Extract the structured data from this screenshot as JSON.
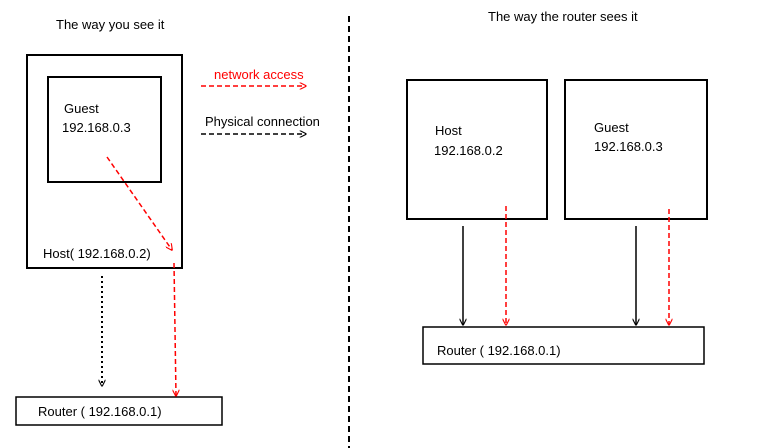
{
  "left_panel": {
    "caption": "The way you see it",
    "guest_name": "Guest",
    "guest_ip": "192.168.0.3",
    "host_label": "Host( 192.168.0.2)",
    "router_label": "Router ( 192.168.0.1)"
  },
  "legend": {
    "network_access": "network access",
    "physical_connection": "Physical connection",
    "network_access_color": "#ff0000",
    "physical_connection_color": "#000000"
  },
  "right_panel": {
    "caption": "The way the router sees it",
    "host_name": "Host",
    "host_ip": "192.168.0.2",
    "guest_name": "Guest",
    "guest_ip": "192.168.0.3",
    "router_label": "Router ( 192.168.0.1)"
  }
}
